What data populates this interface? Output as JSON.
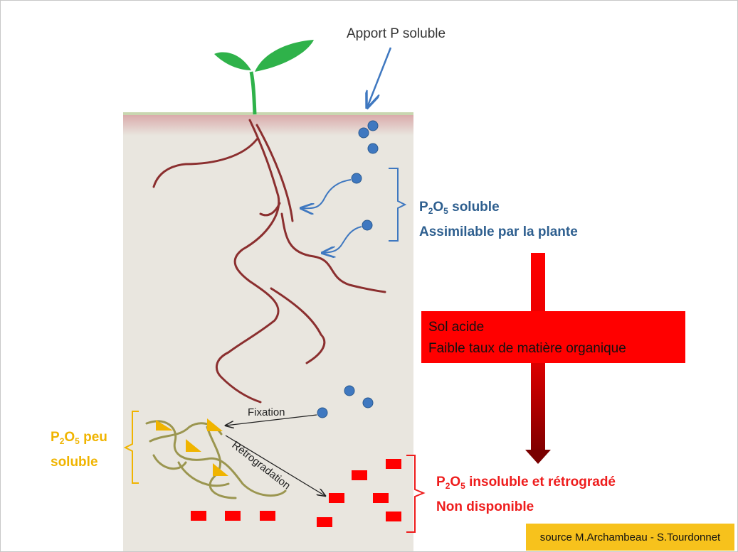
{
  "labels": {
    "apport": "Apport P soluble",
    "soluble_formula_p": "P",
    "soluble_formula_sub1": "2",
    "soluble_formula_o": "O",
    "soluble_formula_sub2": "5",
    "soluble_line1_rest": " soluble",
    "soluble_line2": "Assimilable par la plante",
    "box_line1": "Sol acide",
    "box_line2": "Faible taux de matière organique",
    "peu_soluble_p": "P",
    "peu_soluble_sub1": "2",
    "peu_soluble_o": "O",
    "peu_soluble_sub2": "5",
    "peu_soluble_rest": " peu",
    "peu_soluble_line2": "soluble",
    "insoluble_p": "P",
    "insoluble_sub1": "2",
    "insoluble_o": "O",
    "insoluble_sub2": "5",
    "insoluble_rest": " insoluble et rétrogradé",
    "insoluble_line2": "Non disponible",
    "fixation": "Fixation",
    "retrogradation": "Rétrogradation",
    "source": "source M.Archambeau - S.Tourdonnet"
  },
  "colors": {
    "soil": "#e9e6df",
    "soil_top": "#e8c8c8",
    "root": "#8b2f2f",
    "blue": "#3f78c0",
    "yellow": "#f0b400",
    "olive": "#9b9650",
    "red": "#ff0000",
    "dark_red_arrow": "#8b0000",
    "leaf": "#2fb24a"
  },
  "icons": {
    "soluble_p": "blue-circle",
    "fixed_p": "yellow-triangle",
    "insoluble_p": "red-rectangle",
    "plant": "seedling"
  }
}
